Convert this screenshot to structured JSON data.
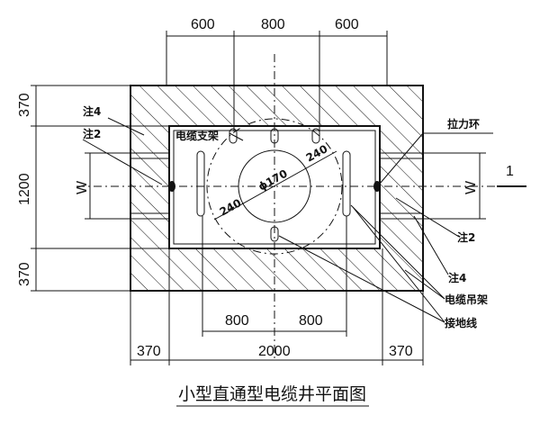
{
  "title": "小型直通型电缆井平面图",
  "top_dims": [
    "600",
    "800",
    "600"
  ],
  "left_dims": [
    "370",
    "1200",
    "370"
  ],
  "bottom_inner_dims": [
    "800",
    "800"
  ],
  "bottom_dims": [
    "370",
    "2000",
    "370"
  ],
  "w_label": "W",
  "labels": {
    "note4_left": "注4",
    "note2_left": "注2",
    "cable_bracket": "电缆支架",
    "pull_ring": "拉力环",
    "note2_right": "注2",
    "note4_right": "注4",
    "cable_hanger": "电缆吊架",
    "ground_wire": "接地线"
  },
  "circle": {
    "d_170": "ϕ170",
    "r_left": "240",
    "r_right": "240"
  },
  "section_mark": "1"
}
